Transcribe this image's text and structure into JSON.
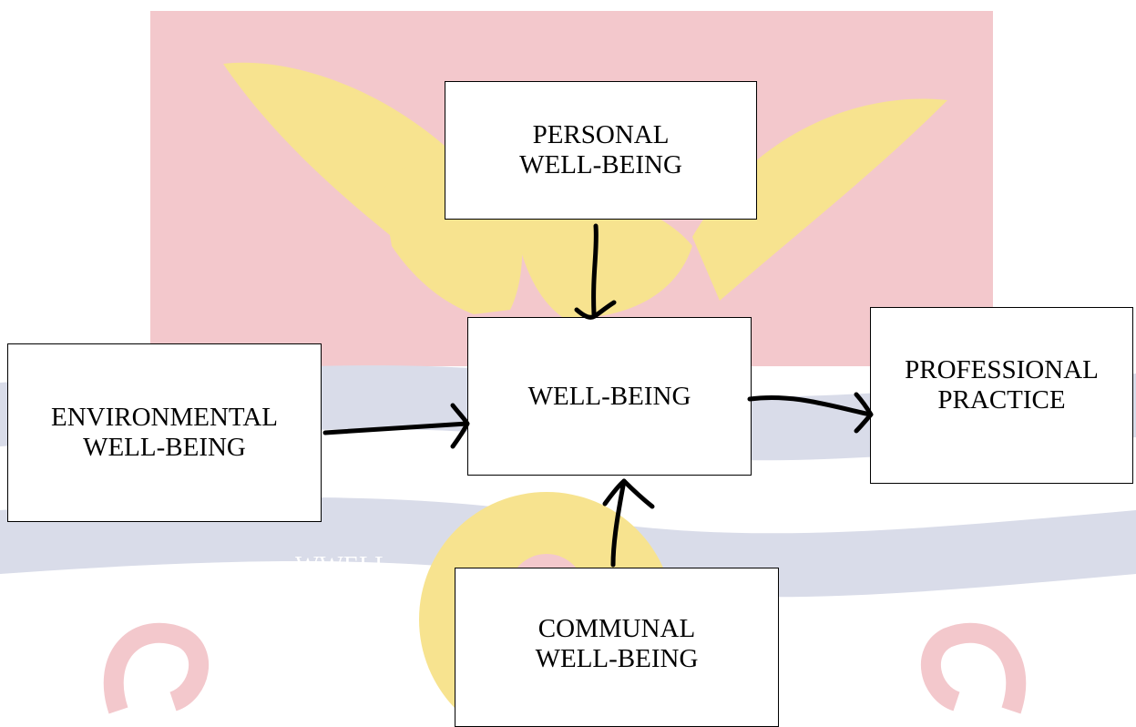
{
  "colors": {
    "watermark_red": "#f3c8cc",
    "watermark_blue": "#d9dce9",
    "watermark_gold": "#f7e38f",
    "arrow": "#000000"
  },
  "nodes": {
    "personal": {
      "line1": "PERSONAL",
      "line2": "WELL-BEING"
    },
    "central": {
      "line1": "WELL-BEING"
    },
    "environmental": {
      "line1": "ENVIRONMENTAL",
      "line2": "WELL-BEING"
    },
    "professional": {
      "line1": "PROFESSIONAL",
      "line2": "PRACTICE"
    },
    "communal": {
      "line1": "COMMUNAL",
      "line2": "WELL-BEING"
    }
  },
  "stray_text": "WWELL"
}
